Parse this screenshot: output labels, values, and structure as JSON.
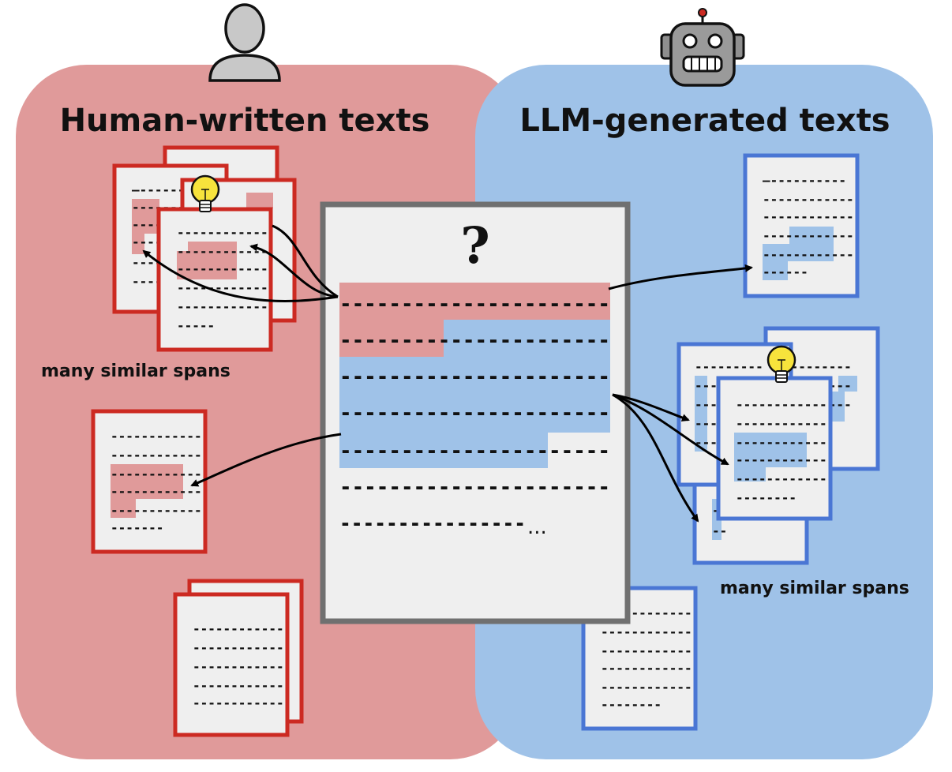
{
  "colors": {
    "human_panel": "#e09a9a",
    "llm_panel": "#9fc2e8",
    "human_border": "#cc2a22",
    "llm_border": "#4a76d4",
    "human_highlight": "#e09a9a",
    "llm_highlight": "#9fc2e8",
    "query_border": "#707070",
    "bulb": "#f7e33c"
  },
  "human_panel": {
    "title": "Human-written texts",
    "icon": "person-icon",
    "span_label": "many similar spans"
  },
  "llm_panel": {
    "title": "LLM-generated texts",
    "icon": "robot-icon",
    "span_label": "many similar spans"
  },
  "query_document": {
    "symbol": "?",
    "line_ellipsis": "..."
  },
  "icons": [
    "person-icon",
    "robot-icon",
    "lightbulb-icon",
    "arrow-icon"
  ]
}
